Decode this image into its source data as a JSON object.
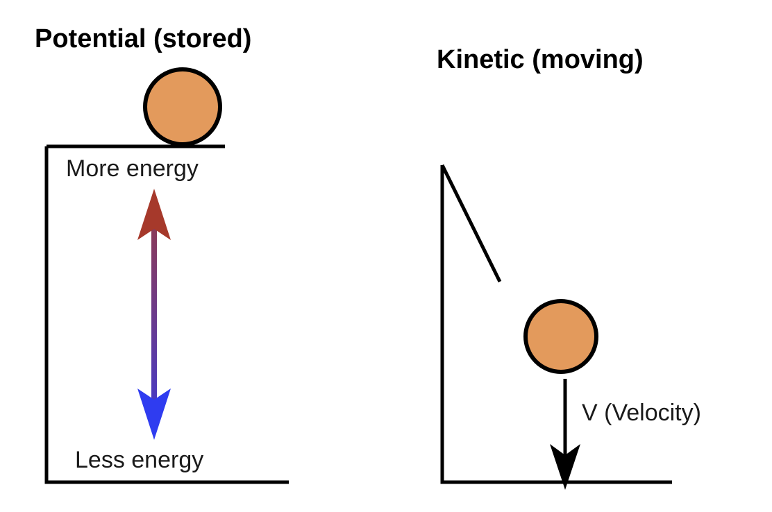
{
  "potential": {
    "title": "Potential (stored)",
    "top_label": "More energy",
    "bottom_label": "Less energy"
  },
  "kinetic": {
    "title": "Kinetic (moving)",
    "velocity_label": "V (Velocity)"
  },
  "colors": {
    "ball_fill": "#e39a5c",
    "arrow_up_head": "#a6392b",
    "arrow_shaft": "#6b3a8c",
    "arrow_down_head": "#2f3cf0",
    "line": "#000000"
  },
  "icons": {
    "ball": "circle-ball-icon",
    "energy_arrow": "double-headed-arrow-icon",
    "velocity_arrow": "down-arrow-icon"
  }
}
